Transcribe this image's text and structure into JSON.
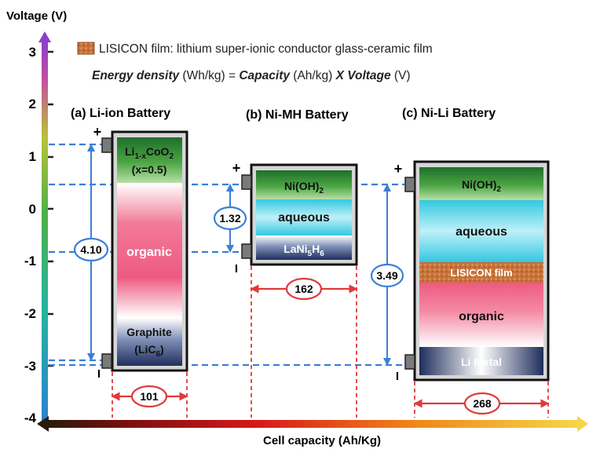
{
  "axes": {
    "y_label": "Voltage (V)",
    "x_label": "Cell capacity (Ah/Kg)",
    "y_ticks": [
      "3",
      "2",
      "1",
      "0",
      "-1",
      "-2",
      "-3",
      "-4"
    ]
  },
  "legend": {
    "text": "LISICON film: lithium super-ionic conductor glass-ceramic film",
    "swatch_color": "#d98a4e"
  },
  "equation": {
    "part1": "Energy density",
    "part2": " (Wh/kg) = ",
    "part3": "Capacity",
    "part4": " (Ah/kg) ",
    "part5": "X",
    "part6": " Voltage",
    "part7": " (V)"
  },
  "batteries": {
    "a": {
      "title": "(a)  Li-ion Battery",
      "cathode_main": "Li",
      "cathode_sub": "1-x",
      "cathode_rest": "CoO",
      "cathode_sub2": "2",
      "cathode_note": "(x=0.5)",
      "electrolyte": "organic",
      "anode_line1": "Graphite",
      "anode_line2_main": "(LiC",
      "anode_line2_sub": "6",
      "anode_line2_end": ")",
      "voltage": "4.10",
      "capacity": "101"
    },
    "b": {
      "title": "(b)  Ni-MH Battery",
      "cathode_main": "Ni(OH)",
      "cathode_sub": "2",
      "electrolyte": "aqueous",
      "anode_main": "LaNi",
      "anode_sub1": "5",
      "anode_mid": "H",
      "anode_sub2": "6",
      "voltage": "1.32",
      "capacity": "162"
    },
    "c": {
      "title": "(c)  Ni-Li Battery",
      "cathode_main": "Ni(OH)",
      "cathode_sub": "2",
      "electrolyte_top": "aqueous",
      "separator": "LISICON film",
      "electrolyte_bottom": "organic",
      "anode": "Li  Metal",
      "voltage": "3.49",
      "capacity": "268"
    }
  },
  "terminals": {
    "plus": "+",
    "minus": "I"
  },
  "colors": {
    "cathode_green": "#3f9a3c",
    "aqueous_cyan": "#33c8e0",
    "organic_pink": "#ee5a82",
    "anode_navy": "#2a3c6e",
    "lisicon_orange": "#c9733b",
    "guide_blue": "#3b7fd6",
    "capacity_red": "#e03a3a"
  }
}
